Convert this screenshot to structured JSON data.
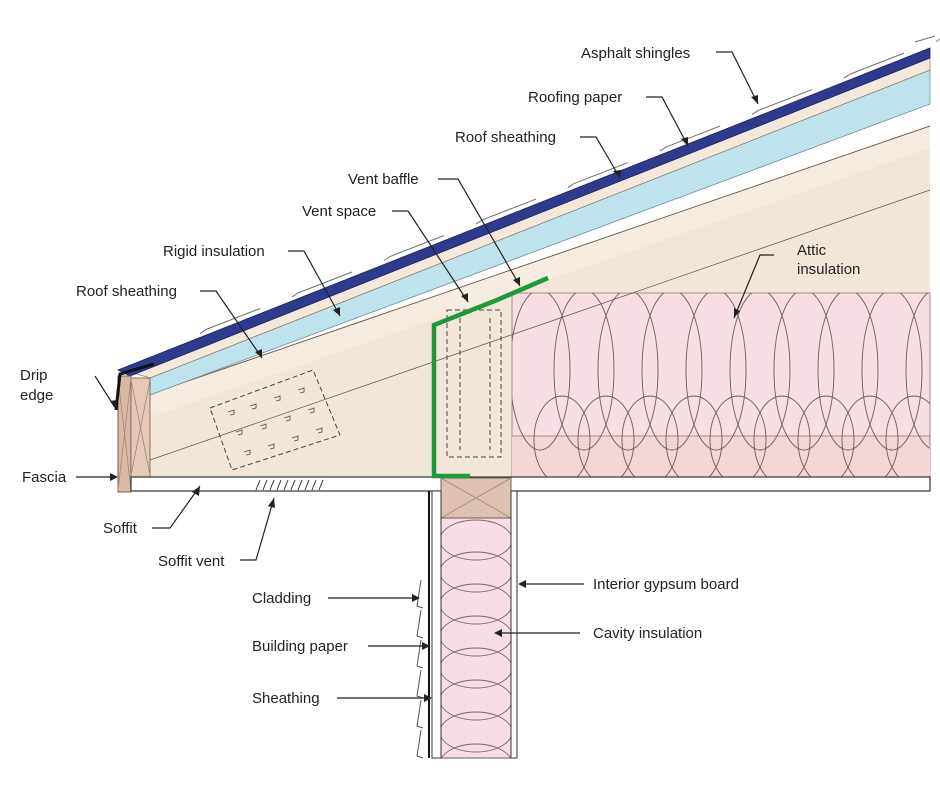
{
  "labels": {
    "asphalt_shingles": "Asphalt shingles",
    "roofing_paper": "Roofing paper",
    "roof_sheathing_top": "Roof sheathing",
    "vent_baffle": "Vent baffle",
    "vent_space": "Vent space",
    "rigid_insulation": "Rigid insulation",
    "roof_sheathing_lower": "Roof sheathing",
    "drip_edge_line1": "Drip",
    "drip_edge_line2": "edge",
    "fascia": "Fascia",
    "soffit": "Soffit",
    "soffit_vent": "Soffit vent",
    "attic_insulation_line1": "Attic",
    "attic_insulation_line2": "insulation",
    "interior_gypsum_board": "Interior gypsum board",
    "cavity_insulation": "Cavity insulation",
    "cladding": "Cladding",
    "building_paper": "Building paper",
    "sheathing": "Sheathing"
  },
  "colors": {
    "shingles": "#2f3a8f",
    "rigid_insulation": "#bfe3ec",
    "framing": "#f3e8da",
    "framing_edge": "#8c7a6a",
    "fascia": "#d9b9a4",
    "attic_insulation": "#f7dde4",
    "cavity_insulation": "#f6dde6",
    "top_plate": "#ddc2b3",
    "vent_baffle": "#1e9a3a",
    "text": "#222222"
  }
}
